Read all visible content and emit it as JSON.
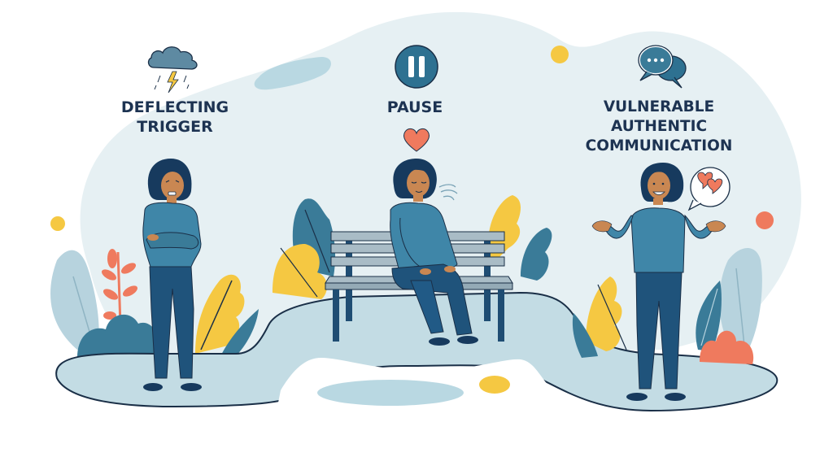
{
  "stages": [
    {
      "id": "deflecting",
      "icon": "storm-cloud-icon",
      "lines": [
        "DEFLECTING",
        "TRIGGER"
      ],
      "figure": "woman-arms-crossed-anxious"
    },
    {
      "id": "pause",
      "icon": "pause-icon",
      "lines": [
        "PAUSE"
      ],
      "accent_icon": "heart-icon",
      "figure": "woman-sitting-on-bench-breathing"
    },
    {
      "id": "communication",
      "icon": "speech-bubbles-icon",
      "lines": [
        "VULNERABLE",
        "AUTHENTIC",
        "COMMUNICATION"
      ],
      "accent_icon": "hearts-speech-bubble-icon",
      "figure": "woman-open-arms-smiling"
    }
  ],
  "colors": {
    "text": "#1d3352",
    "teal": "#3a7b98",
    "light_teal": "#a9cdd9",
    "pale_bg": "#e6f0f3",
    "ground": "#c3dce4",
    "yellow": "#f5c842",
    "coral": "#ef7a5e",
    "shirt": "#3f86a8",
    "pants": "#1f537b",
    "hair": "#173a5e",
    "skin": "#c98752",
    "bench": "#a9bcc6",
    "outline": "#1a2f47"
  }
}
